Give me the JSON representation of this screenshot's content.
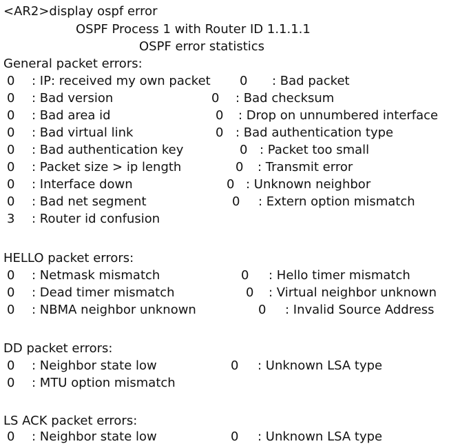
{
  "terminal": {
    "command": "<AR2>display ospf error",
    "process_line": "OSPF Process 1 with Router ID 1.1.1.1",
    "stats_title": "OSPF error statistics"
  },
  "general": {
    "header": "General packet errors:",
    "rows": [
      {
        "lv": "0",
        "ll": ": IP: received my own packet",
        "rv": "0",
        "rl": ": Bad packet"
      },
      {
        "lv": "0",
        "ll": ": Bad version",
        "rv": "0",
        "rl": ": Bad checksum"
      },
      {
        "lv": "0",
        "ll": ": Bad area id",
        "rv": "0",
        "rl": ": Drop on unnumbered interface"
      },
      {
        "lv": "0",
        "ll": ": Bad virtual link",
        "rv": "0",
        "rl": ": Bad authentication type"
      },
      {
        "lv": "0",
        "ll": ": Bad authentication key",
        "rv": "0",
        "rl": ": Packet too small"
      },
      {
        "lv": "0",
        "ll": ": Packet size > ip length",
        "rv": "0",
        "rl": ": Transmit error"
      },
      {
        "lv": "0",
        "ll": ": Interface down",
        "rv": "0",
        "rl": ": Unknown neighbor"
      },
      {
        "lv": "0",
        "ll": ": Bad net segment",
        "rv": "0",
        "rl": ": Extern option mismatch"
      },
      {
        "lv": "3",
        "ll": ": Router id confusion"
      }
    ]
  },
  "hello": {
    "header": "HELLO packet errors:",
    "rows": [
      {
        "lv": "0",
        "ll": ": Netmask mismatch",
        "rv": "0",
        "rl": ": Hello timer mismatch"
      },
      {
        "lv": "0",
        "ll": ": Dead timer mismatch",
        "rv": "0",
        "rl": ": Virtual neighbor unknown"
      },
      {
        "lv": "0",
        "ll": ": NBMA neighbor unknown",
        "rv": "0",
        "rl": ": Invalid Source Address"
      }
    ]
  },
  "dd": {
    "header": "DD packet errors:",
    "rows": [
      {
        "lv": "0",
        "ll": ": Neighbor state low",
        "rv": "0",
        "rl": ": Unknown LSA type"
      },
      {
        "lv": "0",
        "ll": ": MTU option mismatch"
      }
    ]
  },
  "lsack": {
    "header": "LS ACK packet errors:",
    "rows": [
      {
        "lv": "0",
        "ll": ": Neighbor state low",
        "rv": "0",
        "rl": ": Unknown LSA type"
      }
    ]
  }
}
